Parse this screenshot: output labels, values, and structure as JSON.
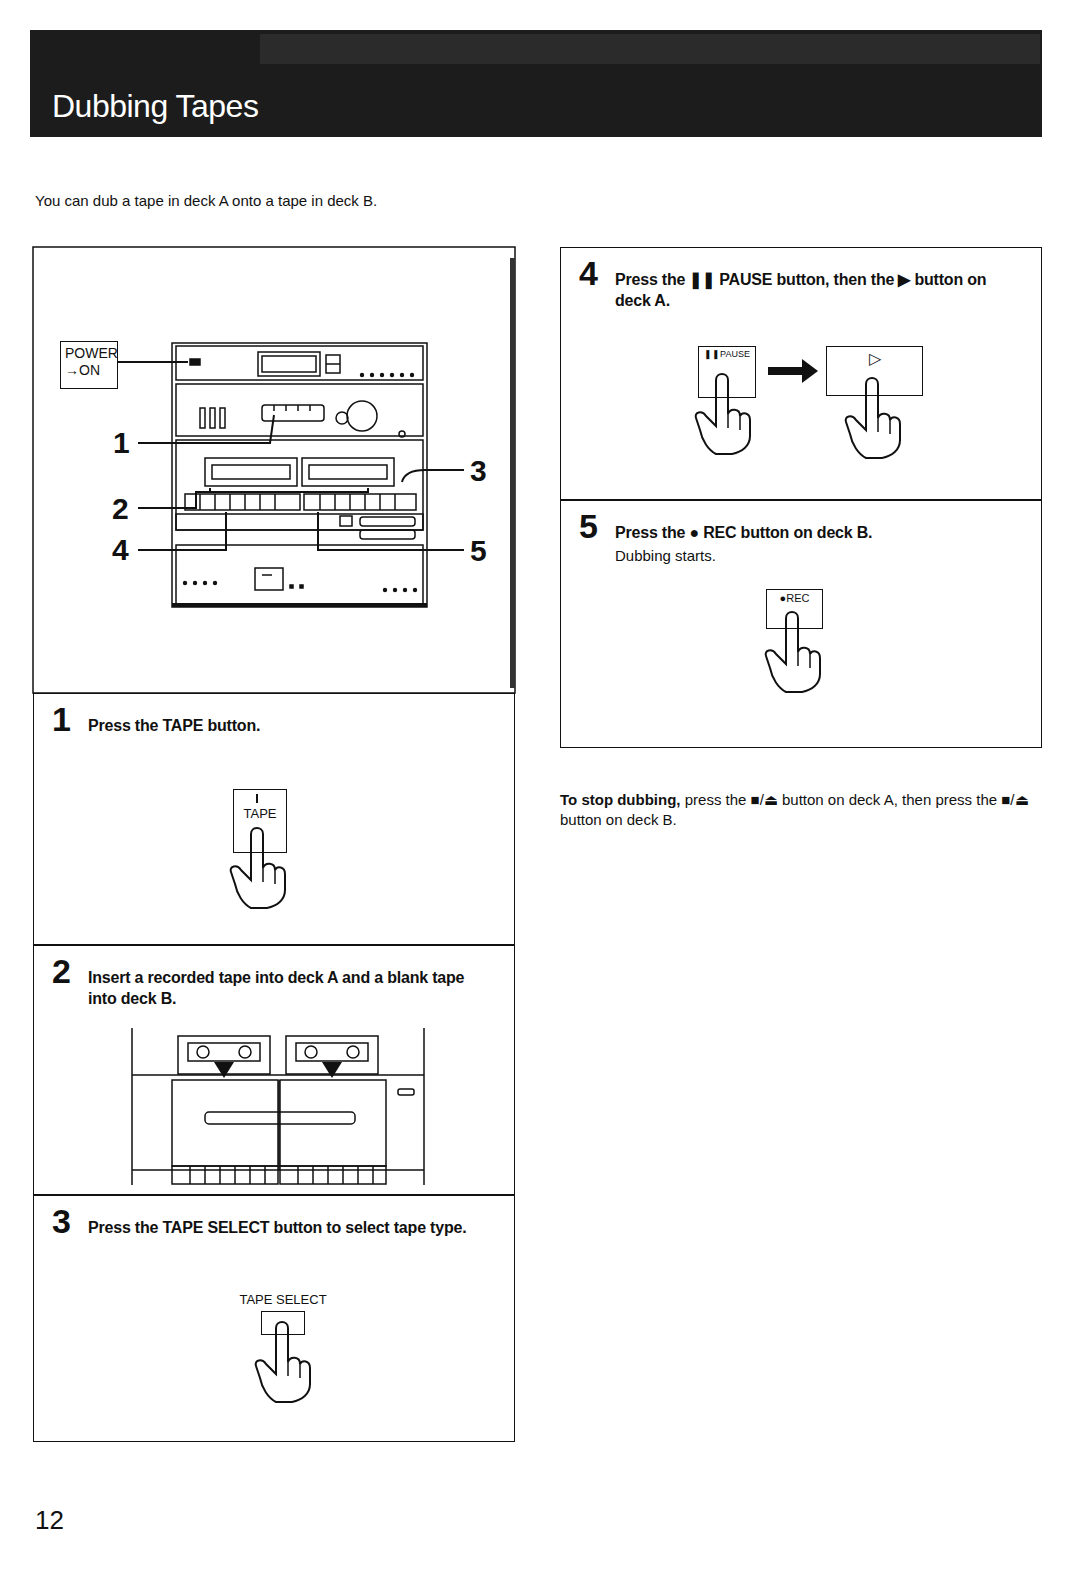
{
  "diagram": {
    "title": "Dubbing Tapes",
    "nodes": [
      {
        "text": [
          "POWER →ON"
        ]
      },
      {
        "text": [
          "1",
          "Press the TAPE button."
        ]
      },
      {
        "text": [
          "TAPE"
        ],
        "in": 1
      },
      {
        "text": [
          "2",
          "Insert a recorded tape into deck A and a blank tape into deck B."
        ]
      },
      {
        "text": [
          "3",
          "Press the TAPE SELECT button to select tape type."
        ]
      },
      {
        "text": [
          "TAPE SELECT"
        ],
        "in": 4
      },
      {
        "text": [
          "4",
          "Press the ❚❚ PAUSE button, then the ▶ button on deck A."
        ]
      },
      {
        "text": [
          "❚❚PAUSE"
        ],
        "in": 6
      },
      {
        "text": [
          "▷"
        ],
        "in": 6
      },
      {
        "text": [
          "5",
          "Press the ● REC button on deck B.",
          "Dubbing starts."
        ]
      },
      {
        "text": [
          "●REC"
        ],
        "in": 9
      }
    ],
    "edges": [
      {
        "from": 7,
        "to": 8,
        "arrow": "to"
      }
    ],
    "labels": [
      "You can dub a tape in deck A onto a tape in deck B.",
      "1",
      "2",
      "4",
      "3",
      "5",
      "To stop dubbing,",
      "press the ■/⏏ button on deck A, then press the ■/⏏ button on deck B.",
      "12"
    ]
  }
}
